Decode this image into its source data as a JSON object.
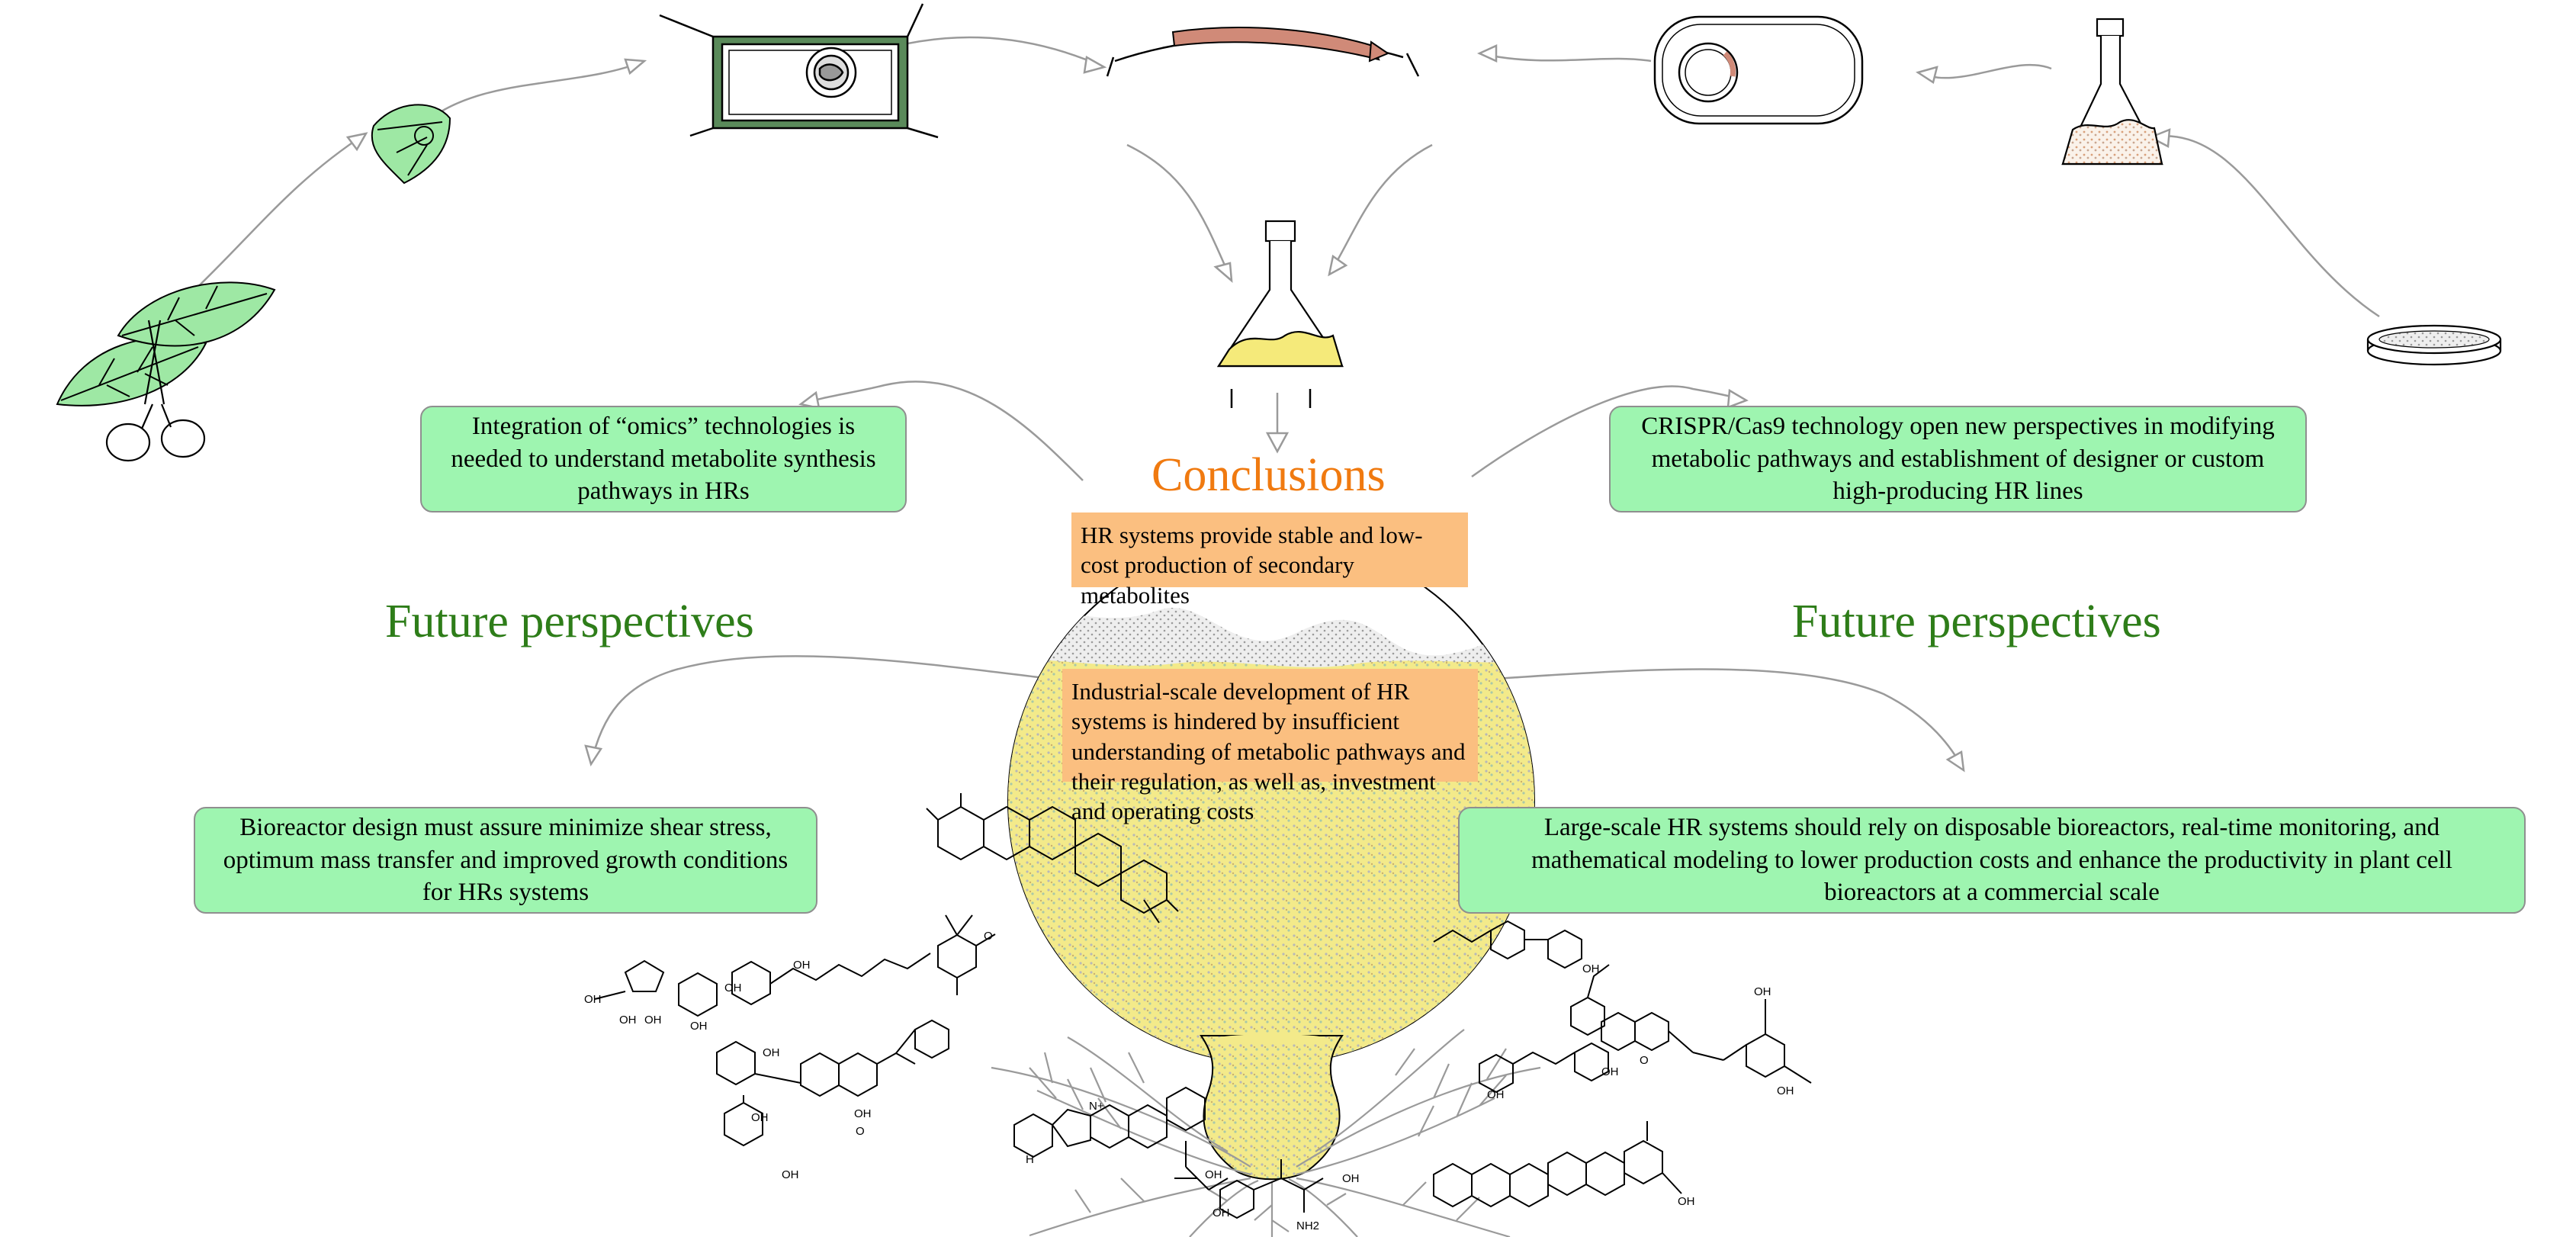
{
  "conclusions": {
    "title": "Conclusions",
    "point1": "HR systems provide stable and low-cost production of secondary metabolites",
    "point2": "Industrial-scale development of HR systems is hindered by insufficient understanding of metabolic pathways and their regulation, as well as, investment and operating costs"
  },
  "future_perspectives": {
    "left_heading": "Future perspectives",
    "right_heading": "Future perspectives",
    "omics": "Integration of “omics” technologies is needed to understand metabolite synthesis pathways in HRs",
    "crispr": "CRISPR/Cas9 technology open new perspectives in modifying metabolic pathways and establishment of designer or custom high-producing HR lines",
    "bioreactor": "Bioreactor design must assure minimize shear stress, optimum mass transfer and improved growth conditions for HRs systems",
    "large_scale": "Large-scale HR systems should rely on disposable bioreactors, real-time monitoring, and mathematical modeling to lower production costs and enhance the productivity in plant cell bioreactors at a commercial scale"
  },
  "chemical_labels": {
    "hydroxyl": "OH",
    "oxygen": "O",
    "nh2": "NH2",
    "nh": "H",
    "n_plus": "N+"
  },
  "colors": {
    "box_green": "#9ef5b0",
    "box_orange": "#fbbf80",
    "heading_green": "#2e7d19",
    "conclusions_orange": "#f07a10",
    "culture_yellow": "#f5ea7a",
    "leaf_green": "#9ee8a4",
    "plasmid_arrow": "#d08a78"
  },
  "icons": [
    "leaf-explant-icon",
    "scissors-icon",
    "leaf-disc-icon",
    "plant-cell-icon",
    "gene-construct-icon",
    "bacterium-plasmid-icon",
    "bacterial-culture-flask-icon",
    "petri-dish-icon",
    "co-culture-flask-icon",
    "bioreactor-flask-icon",
    "hairy-roots-icon",
    "chemical-structures-icon"
  ]
}
